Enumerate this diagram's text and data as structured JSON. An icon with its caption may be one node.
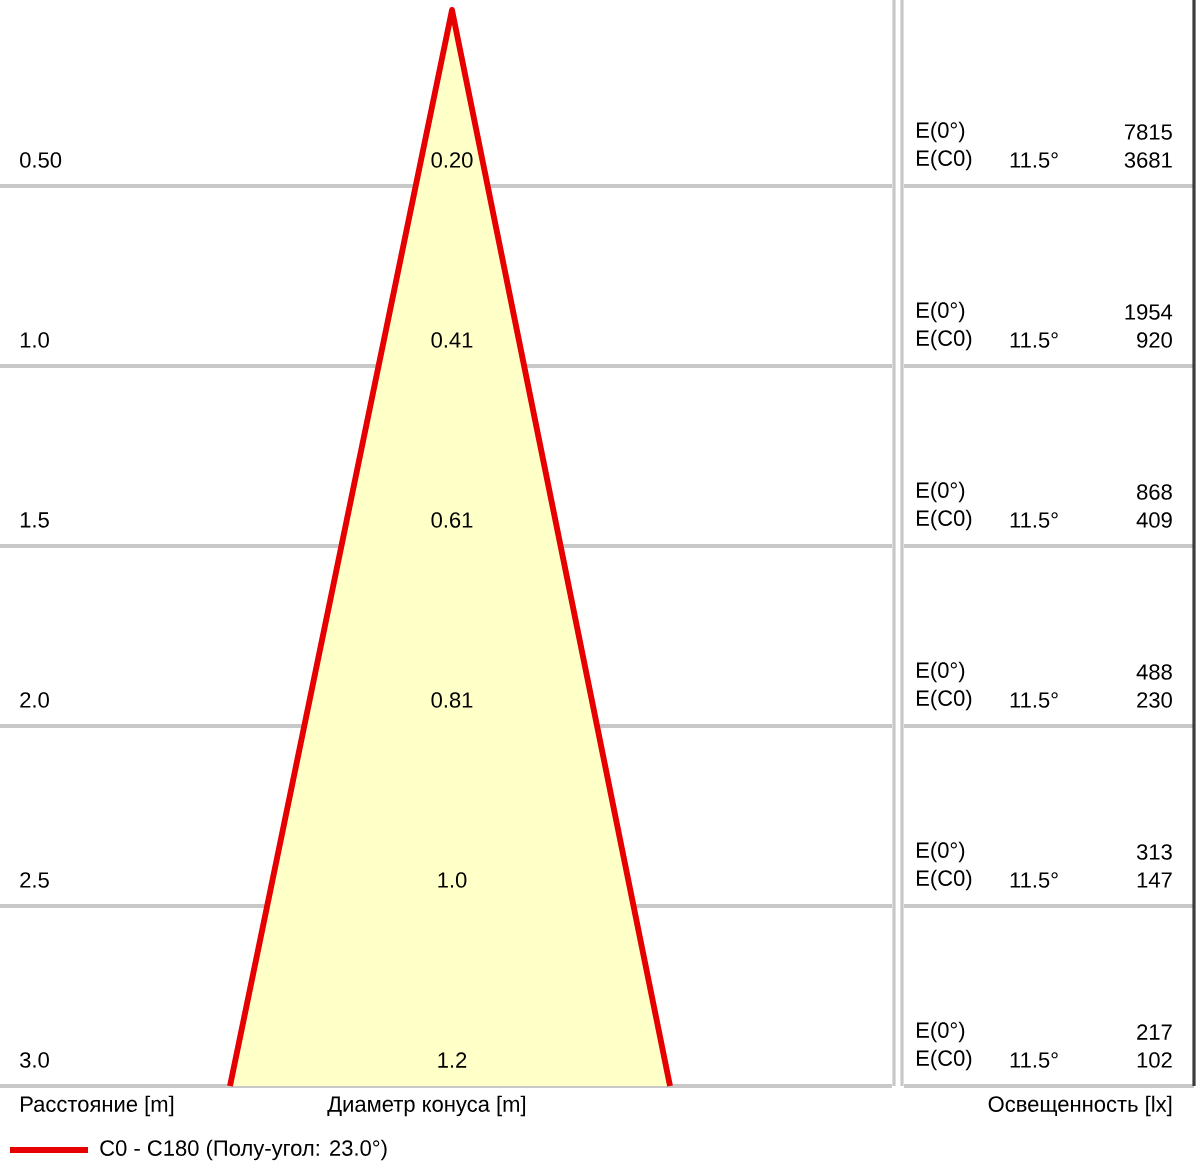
{
  "diagram": {
    "labels": [
      "0.50",
      "0.20",
      "E(0°)",
      "7815",
      "E(C0)",
      "11.5°",
      "3681",
      "1.0",
      "0.41",
      "E(0°)",
      "1954",
      "E(C0)",
      "11.5°",
      "920",
      "1.5",
      "0.61",
      "E(0°)",
      "868",
      "E(C0)",
      "11.5°",
      "409",
      "2.0",
      "0.81",
      "E(0°)",
      "488",
      "E(C0)",
      "11.5°",
      "230",
      "2.5",
      "1.0",
      "E(0°)",
      "313",
      "E(C0)",
      "11.5°",
      "147",
      "3.0",
      "1.2",
      "E(0°)",
      "217",
      "E(C0)",
      "11.5°",
      "102",
      "Расстояние [m]",
      "Диаметр конуса [m]",
      "Освещенность [lx]"
    ],
    "legend": [
      {
        "text": "C0 - C180 (Полу-угол: 23.0°)"
      }
    ]
  }
}
